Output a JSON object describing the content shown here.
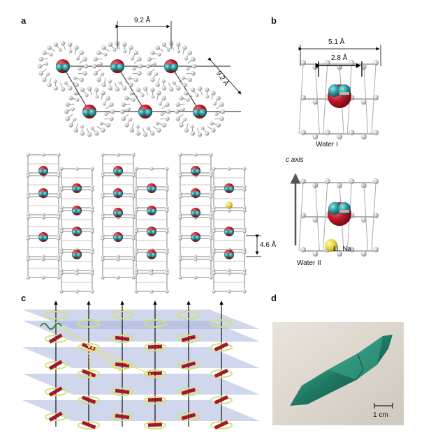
{
  "panels": {
    "a": {
      "letter": "a",
      "lattice_spacing_horizontal": "9.2 Å",
      "lattice_spacing_diagonal": "9.2 Å",
      "stack_spacing": "4.6 Å"
    },
    "b": {
      "letter": "b",
      "outer_width": "5.1 Å",
      "inner_width": "2.8 Å",
      "water_1_label": "Water I",
      "axis_label": "c axis",
      "water_2_label": "Water II",
      "ion_label": "Li, Na"
    },
    "c": {
      "letter": "c"
    },
    "d": {
      "letter": "d",
      "scale_bar_label": "1 cm"
    }
  },
  "colors": {
    "oxygen": "#c4182a",
    "hydrogen": "#2a9aa0",
    "cage": "#a8a8a8",
    "plane": "#a9b6dc",
    "ring": "#cfe27a",
    "ion": "#e8d23c",
    "crystal": "#1f7a63"
  }
}
